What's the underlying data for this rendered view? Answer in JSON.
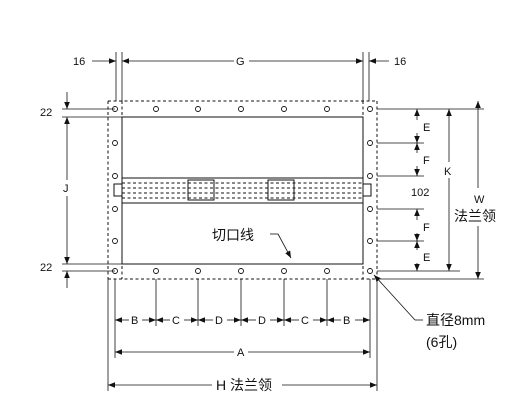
{
  "labels": {
    "flange_offset_left": "16",
    "flange_offset_right": "16",
    "g": "G",
    "j": "J",
    "k": "K",
    "w": "W",
    "w_note": "法兰领",
    "margin_top": "22",
    "margin_bottom": "22",
    "e_top": "E",
    "f_top": "F",
    "f_bottom": "F",
    "e_bottom": "E",
    "hole_spacing_label": "102",
    "cut_line": "切口线",
    "bottom_spacing": [
      "B",
      "C",
      "D",
      "D",
      "C",
      "B"
    ],
    "a": "A",
    "h_label": "H 法兰领",
    "hole_note_line1": "直径8mm",
    "hole_note_line2": "(6孔)"
  }
}
